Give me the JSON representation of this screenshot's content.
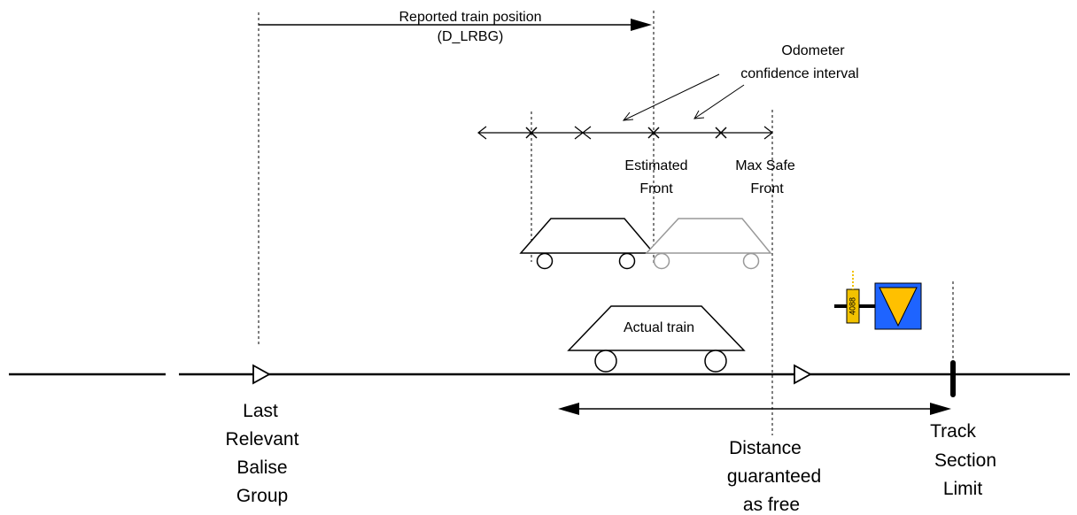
{
  "labels": {
    "reported_position_line1": "Reported train position",
    "reported_position_line2": "(D_LRBG)",
    "odometer_line1": "Odometer",
    "odometer_line2": "confidence interval",
    "estimated_front_line1": "Estimated",
    "estimated_front_line2": "Front",
    "max_safe_front_line1": "Max Safe",
    "max_safe_front_line2": "Front",
    "actual_train": "Actual train",
    "lrbg_line1": "Last",
    "lrbg_line2": "Relevant",
    "lrbg_line3": "Balise",
    "lrbg_line4": "Group",
    "distance_line1": "Distance",
    "distance_line2": "guaranteed",
    "distance_line3": "as free",
    "track_limit_line1": "Track",
    "track_limit_line2": "Section",
    "track_limit_line3": "Limit",
    "signal_plate": "4088"
  },
  "colors": {
    "line": "#000000",
    "ghost_train": "#999999",
    "signal_board_blue": "#1e64ff",
    "signal_board_triangle": "#ffc000",
    "signal_plate": "#f2c200"
  }
}
